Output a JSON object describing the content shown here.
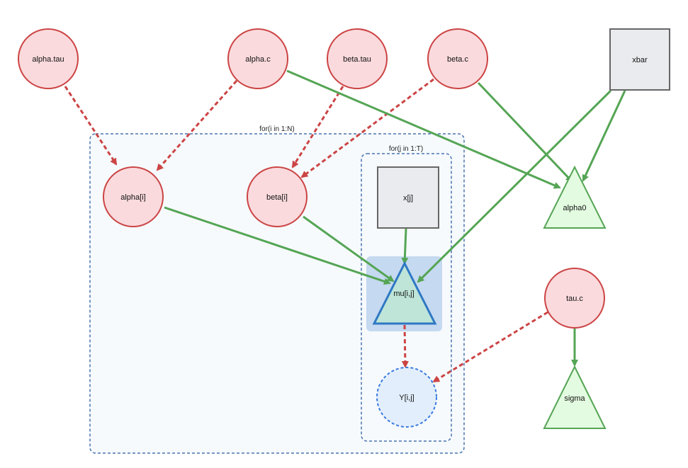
{
  "colors": {
    "stochastic_fill": "#fadadd",
    "stochastic_stroke": "#cc4444",
    "logical_fill": "#e3fbe0",
    "logical_stroke": "#55a555",
    "data_fill": "#e9ebee",
    "data_stroke": "#666666",
    "plate_stroke": "#4a73ae",
    "plate_fill": "#f6fafd",
    "observed_fill": "#e2eefc",
    "observed_stroke": "#3b7be0",
    "highlight_fill": "#c5d9f0",
    "highlight_node_fill": "#bfe5d9",
    "highlight_node_stroke": "#2f78c4",
    "dashed_edge": "#cc4444",
    "solid_edge": "#55a555"
  },
  "plates": {
    "outer": "for(i in 1:N)",
    "inner": "for(j in 1:T)"
  },
  "nodes": {
    "alpha_tau": {
      "label": "alpha.tau",
      "shape": "circle",
      "kind": "stochastic"
    },
    "alpha_c": {
      "label": "alpha.c",
      "shape": "circle",
      "kind": "stochastic"
    },
    "beta_tau": {
      "label": "beta.tau",
      "shape": "circle",
      "kind": "stochastic"
    },
    "beta_c": {
      "label": "beta.c",
      "shape": "circle",
      "kind": "stochastic"
    },
    "xbar": {
      "label": "xbar",
      "shape": "square",
      "kind": "data"
    },
    "alpha_i": {
      "label": "alpha[i]",
      "shape": "circle",
      "kind": "stochastic"
    },
    "beta_i": {
      "label": "beta[i]",
      "shape": "circle",
      "kind": "stochastic"
    },
    "x_j": {
      "label": "x[j]",
      "shape": "square",
      "kind": "data"
    },
    "alpha0": {
      "label": "alpha0",
      "shape": "triangle",
      "kind": "logical"
    },
    "mu_ij": {
      "label": "mu[i,j]",
      "shape": "triangle",
      "kind": "logical",
      "highlighted": true
    },
    "tau_c": {
      "label": "tau.c",
      "shape": "circle",
      "kind": "stochastic"
    },
    "Y_ij": {
      "label": "Y[i,j]",
      "shape": "circle",
      "kind": "observed"
    },
    "sigma": {
      "label": "sigma",
      "shape": "triangle",
      "kind": "logical"
    }
  },
  "edges": [
    {
      "from": "alpha_tau",
      "to": "alpha_i",
      "style": "dashed"
    },
    {
      "from": "alpha_c",
      "to": "alpha_i",
      "style": "dashed"
    },
    {
      "from": "beta_tau",
      "to": "beta_i",
      "style": "dashed"
    },
    {
      "from": "beta_c",
      "to": "beta_i",
      "style": "dashed"
    },
    {
      "from": "alpha_c",
      "to": "alpha0",
      "style": "solid"
    },
    {
      "from": "beta_c",
      "to": "alpha0",
      "style": "solid"
    },
    {
      "from": "xbar",
      "to": "alpha0",
      "style": "solid"
    },
    {
      "from": "xbar",
      "to": "mu_ij",
      "style": "solid"
    },
    {
      "from": "alpha_i",
      "to": "mu_ij",
      "style": "solid"
    },
    {
      "from": "beta_i",
      "to": "mu_ij",
      "style": "solid"
    },
    {
      "from": "x_j",
      "to": "mu_ij",
      "style": "solid"
    },
    {
      "from": "mu_ij",
      "to": "Y_ij",
      "style": "dashed"
    },
    {
      "from": "tau_c",
      "to": "Y_ij",
      "style": "dashed"
    },
    {
      "from": "tau_c",
      "to": "sigma",
      "style": "solid"
    }
  ]
}
